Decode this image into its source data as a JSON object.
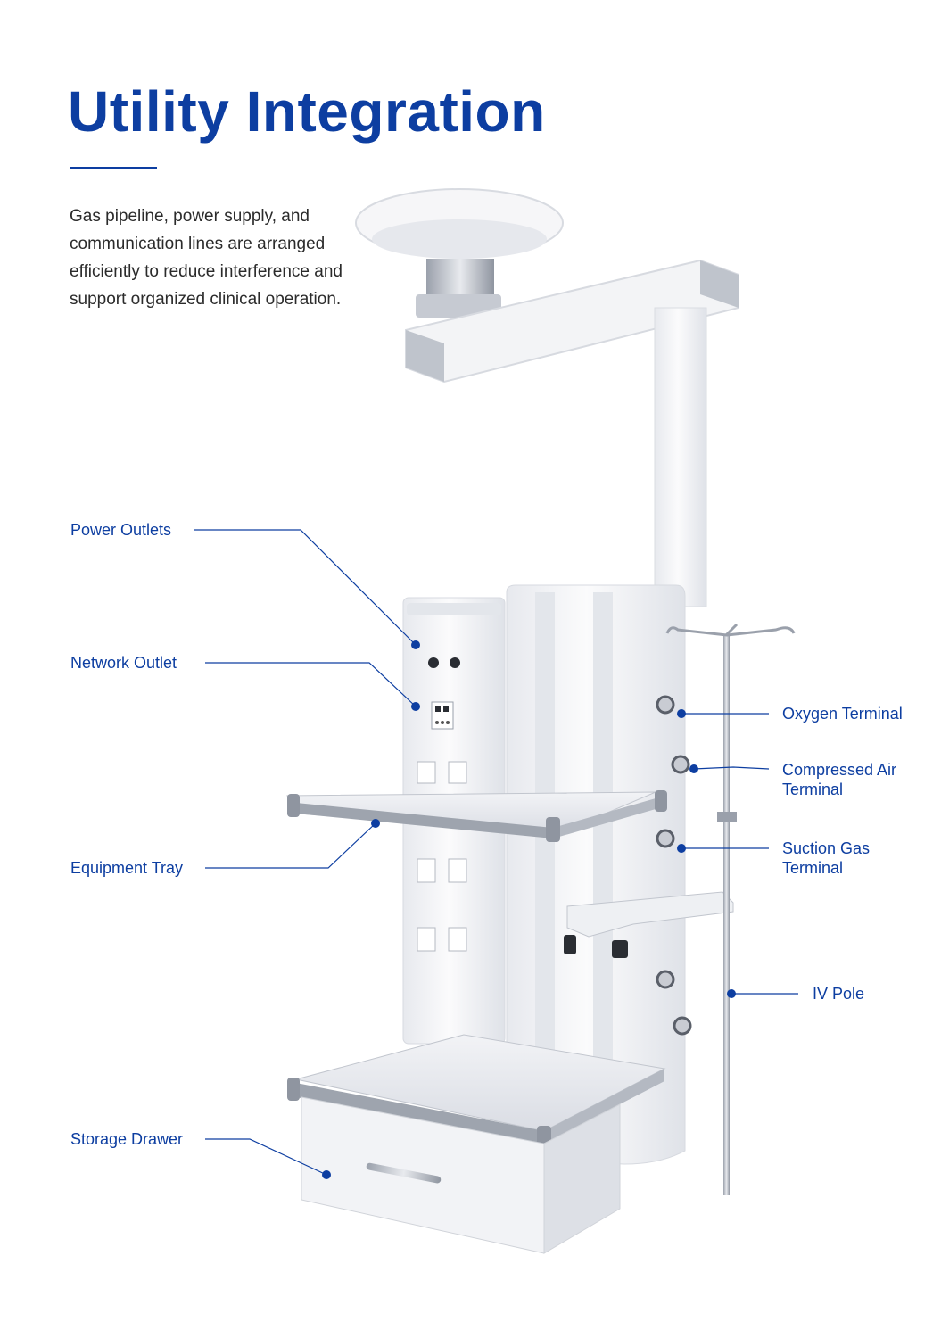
{
  "page": {
    "title": "Utility Integration",
    "description": "Gas pipeline, power supply, and communication lines are arranged efficiently to reduce interference and support organized clinical operation."
  },
  "colors": {
    "accent": "#0d3ea1",
    "body_text": "#2b2b2b",
    "equipment": "#f4f5f7",
    "equipment_shadow": "#d9dce3",
    "metal": "#b3b8c2"
  },
  "callouts": {
    "power_outlets": "Power Outlets",
    "network_outlet": "Network Outlet",
    "equipment_tray": "Equipment Tray",
    "storage_drawer": "Storage Drawer",
    "oxygen_terminal": "Oxygen Terminal",
    "compressed_air": [
      "Compressed Air",
      "Terminal"
    ],
    "suction_gas": [
      "Suction Gas",
      "Terminal"
    ],
    "iv_pole": "IV Pole"
  }
}
